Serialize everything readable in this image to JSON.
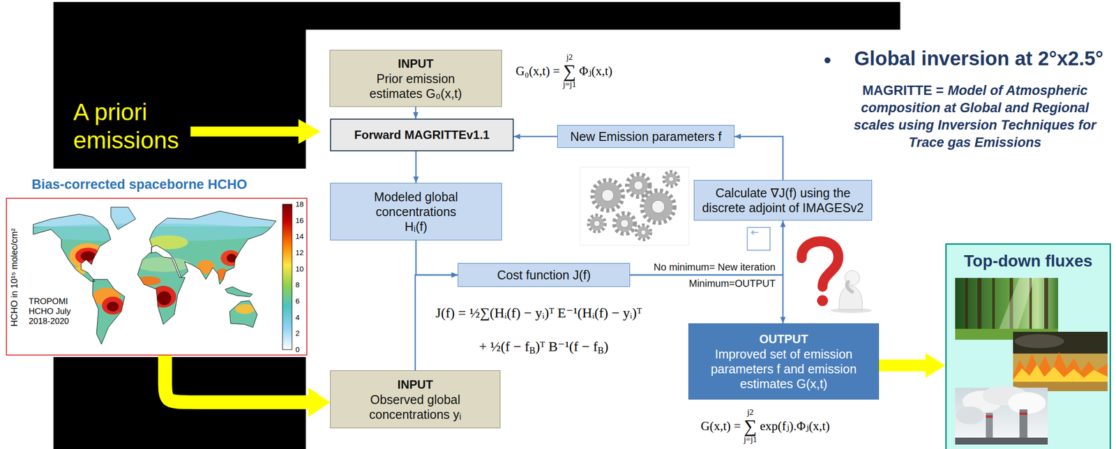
{
  "diagram": {
    "nodes": [
      {
        "text": [
          "INPUT",
          "Prior emission estimates G₀(x,t)"
        ]
      },
      {
        "text": [
          "Forward MAGRITTEv1.1"
        ]
      },
      {
        "text": [
          "New Emission parameters f"
        ]
      },
      {
        "text": [
          "Modeled global concentrations Hᵢ(f)"
        ]
      },
      {
        "text": [
          "Calculate ∇J(f) using the discrete adjoint of IMAGESv2"
        ]
      },
      {
        "text": [
          "Cost function J(f)"
        ]
      },
      {
        "text": [
          "OUTPUT",
          "Improved set of emission parameters f and emission estimates G(x,t)"
        ]
      },
      {
        "text": [
          "INPUT",
          "Observed global concentrations yᵢ"
        ]
      },
      {
        "text": [
          "Bias-corrected spaceborne HCHO",
          "TROPOMI HCHO July 2018-2020"
        ]
      },
      {
        "text": [
          "Top-down fluxes"
        ]
      }
    ],
    "edges": [
      {
        "from": 0,
        "to": 1,
        "arrow": "to"
      },
      {
        "from": 1,
        "to": 3,
        "arrow": "to"
      },
      {
        "from": 2,
        "to": 1,
        "arrow": "to"
      },
      {
        "from": 4,
        "to": 2,
        "arrow": "to"
      },
      {
        "from": 3,
        "to": 5,
        "arrow": "to"
      },
      {
        "from": 7,
        "to": 5,
        "arrow": "to"
      },
      {
        "from": 5,
        "to": 4,
        "label": "No minimum= New iteration",
        "arrow": "to"
      },
      {
        "from": 5,
        "to": 6,
        "label": "Minimum=OUTPUT",
        "arrow": "to"
      },
      {
        "from": 8,
        "to": 7,
        "arrow": "to"
      },
      {
        "from": 6,
        "to": 9,
        "arrow": "to"
      }
    ],
    "labels": [
      "A priori emissions",
      "Global inversion at 2°x2.5°",
      "MAGRITTE =",
      "Model of Atmospheric composition at Global and Regional scales using Inversion Techniques for Trace gas Emissions",
      "G₀(x,t) =",
      "j2",
      "∑",
      "j=j1",
      "Φⱼ(x,t)",
      "J(f) = ½∑(Hᵢ(f) − yᵢ)ᵀ E⁻¹(Hᵢ(f) − yᵢ)ᵀ",
      "+ ½(f − f",
      "B",
      ")ᵀ B⁻¹(f − f",
      "B",
      ")",
      "G(x,t) =",
      "j2",
      "∑",
      "j=j1",
      "exp(fⱼ).Φⱼ(x,t)",
      "HCHO in 10¹⁵ molec/cm²",
      "18",
      "16",
      "14",
      "12",
      "10",
      "8",
      "6",
      "4",
      "2",
      "0"
    ]
  }
}
